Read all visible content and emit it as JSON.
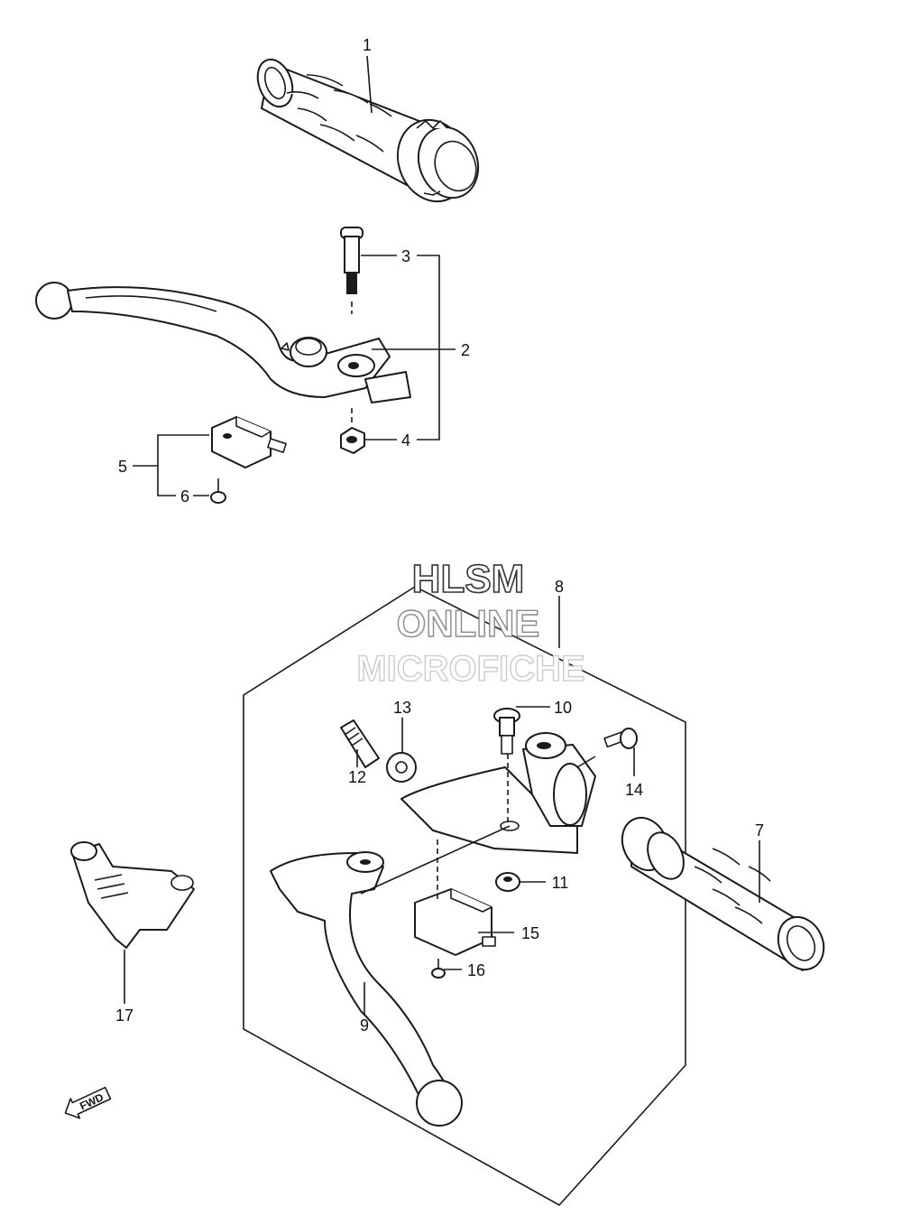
{
  "watermark": {
    "line1": "HLSM",
    "line2": "ONLINE",
    "line3": "MICROFICHE"
  },
  "fwd_arrow": {
    "label": "FWD"
  },
  "callouts": [
    {
      "id": "c1",
      "number": "1"
    },
    {
      "id": "c2",
      "number": "2"
    },
    {
      "id": "c3",
      "number": "3"
    },
    {
      "id": "c4",
      "number": "4"
    },
    {
      "id": "c5",
      "number": "5"
    },
    {
      "id": "c6",
      "number": "6"
    },
    {
      "id": "c7",
      "number": "7"
    },
    {
      "id": "c8",
      "number": "8"
    },
    {
      "id": "c9",
      "number": "9"
    },
    {
      "id": "c10",
      "number": "10"
    },
    {
      "id": "c11",
      "number": "11"
    },
    {
      "id": "c12",
      "number": "12"
    },
    {
      "id": "c13",
      "number": "13"
    },
    {
      "id": "c14",
      "number": "14"
    },
    {
      "id": "c15",
      "number": "15"
    },
    {
      "id": "c16",
      "number": "16"
    },
    {
      "id": "c17",
      "number": "17"
    }
  ]
}
